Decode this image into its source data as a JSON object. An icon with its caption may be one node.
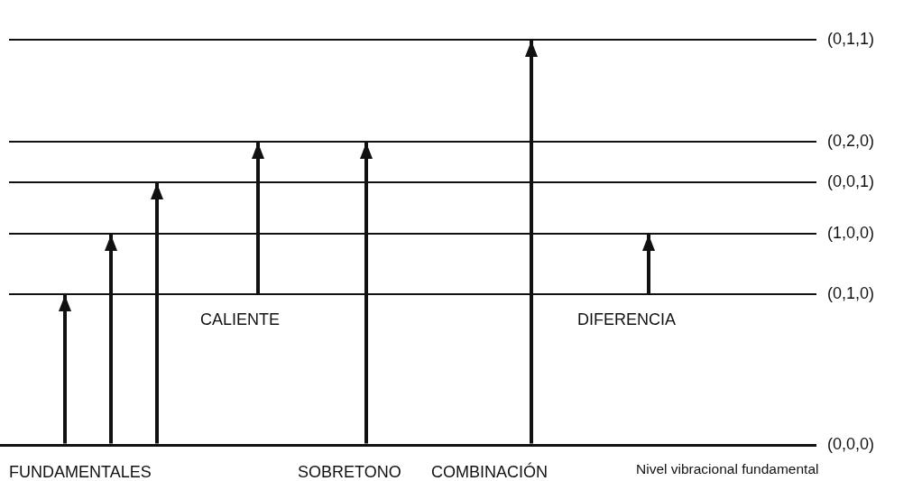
{
  "diagram": {
    "nodes": [
      {
        "text": [
          "(0,1,1)"
        ]
      },
      {
        "text": [
          "(0,2,0)"
        ]
      },
      {
        "text": [
          "(0,0,1)"
        ]
      },
      {
        "text": [
          "(1,0,0)"
        ]
      },
      {
        "text": [
          "(0,1,0)"
        ]
      },
      {
        "text": [
          "(0,0,0)"
        ],
        "beside": [
          "Nivel vibracional fundamental"
        ]
      }
    ],
    "edges": [
      {
        "from": 5,
        "to": 4,
        "arrow": "to"
      },
      {
        "from": 5,
        "to": 3,
        "arrow": "to"
      },
      {
        "from": 5,
        "to": 2,
        "arrow": "to"
      },
      {
        "from": 4,
        "to": 1,
        "arrow": "to"
      },
      {
        "from": 5,
        "to": 1,
        "arrow": "to"
      },
      {
        "from": 5,
        "to": 0,
        "arrow": "to"
      },
      {
        "from": 4,
        "to": 3,
        "arrow": "to"
      }
    ],
    "labels": [
      "CALIENTE",
      "DIFERENCIA",
      "FUNDAMENTALES",
      "SOBRETONO",
      "COMBINACIÓN"
    ]
  }
}
